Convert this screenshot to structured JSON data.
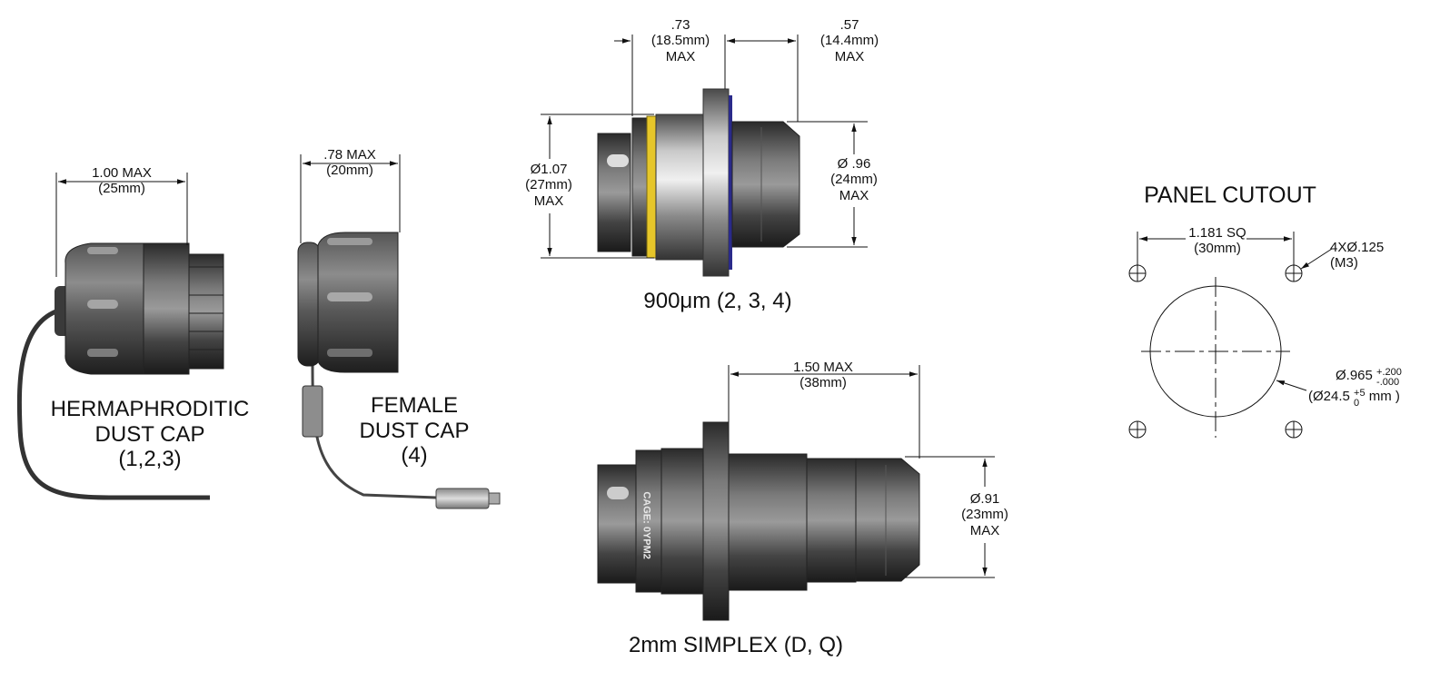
{
  "labels": {
    "herm_dim": [
      "1.00 MAX",
      "(25mm)"
    ],
    "herm_caption": [
      "HERMAPHRODITIC",
      "DUST CAP",
      "(1,2,3)"
    ],
    "female_dim": [
      ".78 MAX",
      "(20mm)"
    ],
    "female_caption": [
      "FEMALE",
      "DUST CAP",
      "(4)"
    ],
    "top_dim_left": [
      ".73",
      "(18.5mm)",
      "MAX"
    ],
    "top_dim_right": [
      ".57",
      "(14.4mm)",
      "MAX"
    ],
    "top_dia_left": [
      "Ø1.07",
      "(27mm)",
      "MAX"
    ],
    "top_dia_right": [
      "Ø .96",
      "(24mm)",
      "MAX"
    ],
    "top_caption": "900μm (2, 3, 4)",
    "bottom_dim": [
      "1.50 MAX",
      "(38mm)"
    ],
    "bottom_dia": [
      "Ø.91",
      "(23mm)",
      "MAX"
    ],
    "bottom_caption": "2mm SIMPLEX (D, Q)",
    "panel_title": "PANEL CUTOUT",
    "panel_sq": [
      "1.181 SQ",
      "(30mm)"
    ],
    "panel_holes": [
      "4XØ.125",
      "(M3)"
    ],
    "panel_dia_main": "Ø.965",
    "panel_dia_tol_plus": "+.200",
    "panel_dia_tol_minus": "-.000",
    "panel_dia_mm": "(Ø24.5",
    "panel_dia_mm_plus": "+5",
    "panel_dia_mm_minus": "0",
    "panel_dia_mm_unit": "mm )",
    "connector_marking": "CAGE: 0YPM2"
  }
}
